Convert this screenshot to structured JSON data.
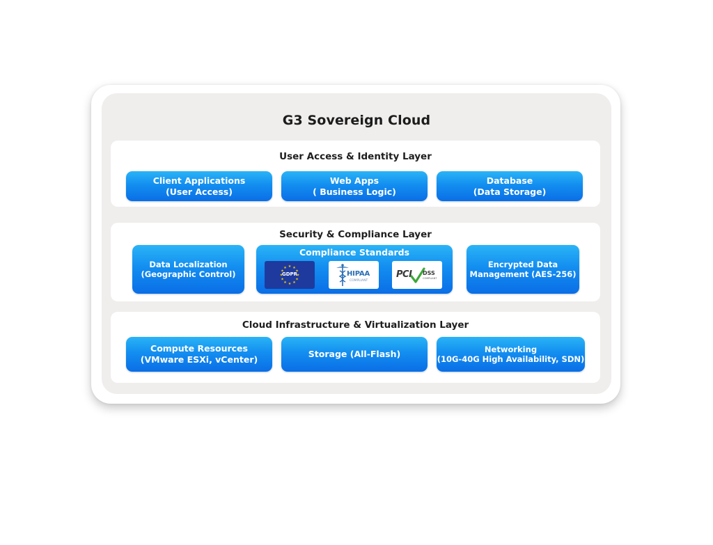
{
  "title": "G3 Sovereign Cloud",
  "layers": [
    {
      "title": "User Access & Identity Layer",
      "boxes": [
        {
          "line1": "Client Applications",
          "line2": "(User Access)"
        },
        {
          "line1": "Web Apps",
          "line2": "( Business Logic)"
        },
        {
          "line1": "Database",
          "line2": "(Data Storage)"
        }
      ]
    },
    {
      "title": "Security & Compliance Layer",
      "boxes": [
        {
          "line1": "Data Localization",
          "line2": "(Geographic Control)"
        },
        {
          "line1": "Compliance Standards"
        },
        {
          "line1": "Encrypted Data",
          "line2": "Management (AES-256)"
        }
      ],
      "logos": {
        "gdpr": "GDPR",
        "hipaa": "HIPAA",
        "hipaa_sub": "COMPLIANT",
        "pci": "PCI",
        "dss": "DSS",
        "dss_sub": "COMPLIANT"
      }
    },
    {
      "title": "Cloud Infrastructure & Virtualization Layer",
      "boxes": [
        {
          "line1": "Compute Resources",
          "line2": "(VMware ESXi, vCenter)"
        },
        {
          "line1": "Storage (All-Flash)"
        },
        {
          "line1": "Networking",
          "line2": "(10G-40G High Availability, SDN)"
        }
      ]
    }
  ],
  "colors": {
    "pill_top": "#2ab4f6",
    "pill_bottom": "#0a6ee6",
    "panel_bg": "#efeeec",
    "gdpr_blue": "#1e3a9e",
    "hipaa_blue": "#2a6fb5",
    "pci_green": "#3da83a"
  }
}
